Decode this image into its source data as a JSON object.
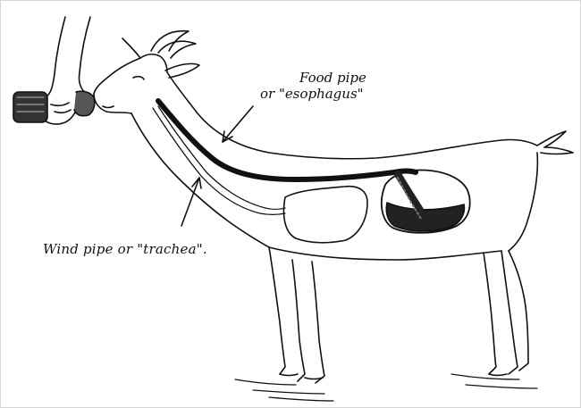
{
  "labels": {
    "food_pipe_line1": "Food pipe",
    "food_pipe_line2": "or \"esophagus\"",
    "wind_pipe": "Wind pipe or \"trachea\"."
  },
  "icons": {
    "goat": "goat-drawing",
    "hand": "hand-holding-bottle"
  },
  "colors": {
    "ink": "#111111",
    "background": "#ffffff"
  }
}
